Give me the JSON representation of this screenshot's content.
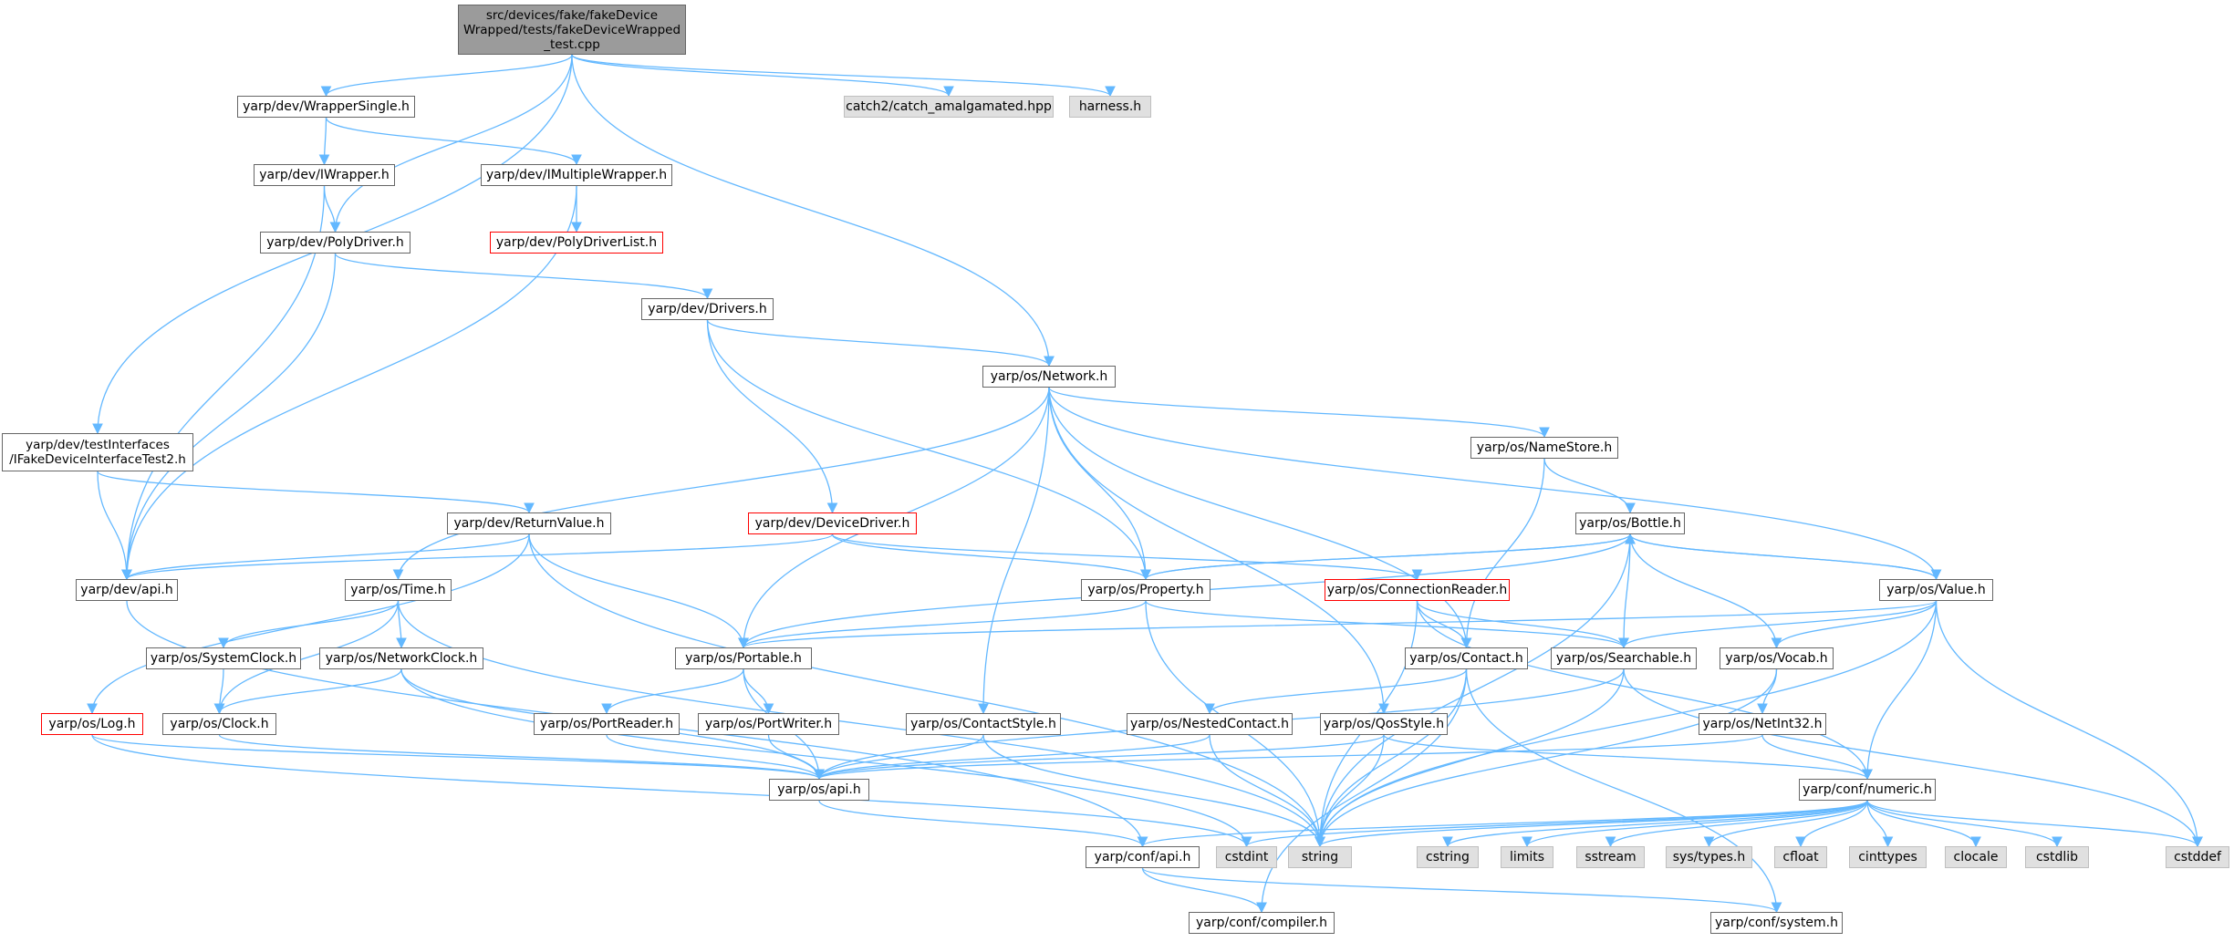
{
  "colors": {
    "edge": "#63b8ff",
    "root_fill": "#9b9b9b",
    "external_fill": "#e0e0e0",
    "highlight_border": "#ff0000"
  },
  "nodes": {
    "root": {
      "text": "src/devices/fake/fakeDevice\nWrapped/tests/fakeDeviceWrapped\n_test.cpp"
    },
    "wrappersingle": {
      "text": "yarp/dev/WrapperSingle.h"
    },
    "catch2": {
      "text": "catch2/catch_amalgamated.hpp"
    },
    "harness": {
      "text": "harness.h"
    },
    "iwrapper": {
      "text": "yarp/dev/IWrapper.h"
    },
    "imultiplewrapper": {
      "text": "yarp/dev/IMultipleWrapper.h"
    },
    "polydriver": {
      "text": "yarp/dev/PolyDriver.h"
    },
    "polydriverlist": {
      "text": "yarp/dev/PolyDriverList.h"
    },
    "drivers": {
      "text": "yarp/dev/Drivers.h"
    },
    "network": {
      "text": "yarp/os/Network.h"
    },
    "testinterfaces": {
      "text": "yarp/dev/testInterfaces\n/IFakeDeviceInterfaceTest2.h"
    },
    "namestore": {
      "text": "yarp/os/NameStore.h"
    },
    "returnvalue": {
      "text": "yarp/dev/ReturnValue.h"
    },
    "devicedriver": {
      "text": "yarp/dev/DeviceDriver.h"
    },
    "bottle": {
      "text": "yarp/os/Bottle.h"
    },
    "devapi": {
      "text": "yarp/dev/api.h"
    },
    "time": {
      "text": "yarp/os/Time.h"
    },
    "property": {
      "text": "yarp/os/Property.h"
    },
    "connectionreader": {
      "text": "yarp/os/ConnectionReader.h"
    },
    "value": {
      "text": "yarp/os/Value.h"
    },
    "systemclock": {
      "text": "yarp/os/SystemClock.h"
    },
    "networkclock": {
      "text": "yarp/os/NetworkClock.h"
    },
    "portable": {
      "text": "yarp/os/Portable.h"
    },
    "contact": {
      "text": "yarp/os/Contact.h"
    },
    "searchable": {
      "text": "yarp/os/Searchable.h"
    },
    "vocab": {
      "text": "yarp/os/Vocab.h"
    },
    "log": {
      "text": "yarp/os/Log.h"
    },
    "clock": {
      "text": "yarp/os/Clock.h"
    },
    "portreader": {
      "text": "yarp/os/PortReader.h"
    },
    "portwriter": {
      "text": "yarp/os/PortWriter.h"
    },
    "contactstyle": {
      "text": "yarp/os/ContactStyle.h"
    },
    "nestedcontact": {
      "text": "yarp/os/NestedContact.h"
    },
    "qosstyle": {
      "text": "yarp/os/QosStyle.h"
    },
    "netint32": {
      "text": "yarp/os/NetInt32.h"
    },
    "osapi": {
      "text": "yarp/os/api.h"
    },
    "numeric": {
      "text": "yarp/conf/numeric.h"
    },
    "confapi": {
      "text": "yarp/conf/api.h"
    },
    "cstdint": {
      "text": "cstdint"
    },
    "string": {
      "text": "string"
    },
    "cstring": {
      "text": "cstring"
    },
    "limits": {
      "text": "limits"
    },
    "sstream": {
      "text": "sstream"
    },
    "systypes": {
      "text": "sys/types.h"
    },
    "cfloat": {
      "text": "cfloat"
    },
    "cinttypes": {
      "text": "cinttypes"
    },
    "clocale": {
      "text": "clocale"
    },
    "cstdlib": {
      "text": "cstdlib"
    },
    "cstddef": {
      "text": "cstddef"
    },
    "compiler": {
      "text": "yarp/conf/compiler.h"
    },
    "system": {
      "text": "yarp/conf/system.h"
    }
  },
  "edges": [
    [
      "root",
      "wrappersingle"
    ],
    [
      "root",
      "catch2"
    ],
    [
      "root",
      "harness"
    ],
    [
      "root",
      "polydriver"
    ],
    [
      "root",
      "network"
    ],
    [
      "root",
      "testinterfaces"
    ],
    [
      "wrappersingle",
      "iwrapper"
    ],
    [
      "wrappersingle",
      "imultiplewrapper"
    ],
    [
      "iwrapper",
      "polydriver"
    ],
    [
      "iwrapper",
      "devapi"
    ],
    [
      "imultiplewrapper",
      "polydriverlist"
    ],
    [
      "imultiplewrapper",
      "devapi"
    ],
    [
      "polydriver",
      "drivers"
    ],
    [
      "polydriver",
      "devapi"
    ],
    [
      "drivers",
      "network"
    ],
    [
      "drivers",
      "devicedriver"
    ],
    [
      "drivers",
      "property"
    ],
    [
      "testinterfaces",
      "devapi"
    ],
    [
      "testinterfaces",
      "returnvalue"
    ],
    [
      "network",
      "namestore"
    ],
    [
      "network",
      "value"
    ],
    [
      "network",
      "time"
    ],
    [
      "network",
      "portable"
    ],
    [
      "network",
      "property"
    ],
    [
      "network",
      "contactstyle"
    ],
    [
      "network",
      "qosstyle"
    ],
    [
      "network",
      "contact"
    ],
    [
      "namestore",
      "bottle"
    ],
    [
      "namestore",
      "contact"
    ],
    [
      "returnvalue",
      "devapi"
    ],
    [
      "returnvalue",
      "portable"
    ],
    [
      "returnvalue",
      "log"
    ],
    [
      "returnvalue",
      "string"
    ],
    [
      "devicedriver",
      "devapi"
    ],
    [
      "devicedriver",
      "property"
    ],
    [
      "devicedriver",
      "connectionreader"
    ],
    [
      "bottle",
      "property"
    ],
    [
      "bottle",
      "value"
    ],
    [
      "bottle",
      "searchable"
    ],
    [
      "bottle",
      "vocab"
    ],
    [
      "bottle",
      "portable"
    ],
    [
      "bottle",
      "string"
    ],
    [
      "property",
      "bottle"
    ],
    [
      "property",
      "portable"
    ],
    [
      "property",
      "searchable"
    ],
    [
      "property",
      "string"
    ],
    [
      "value",
      "bottle"
    ],
    [
      "value",
      "portable"
    ],
    [
      "value",
      "searchable"
    ],
    [
      "value",
      "vocab"
    ],
    [
      "value",
      "numeric"
    ],
    [
      "value",
      "string"
    ],
    [
      "value",
      "cstddef"
    ],
    [
      "time",
      "systemclock"
    ],
    [
      "time",
      "networkclock"
    ],
    [
      "time",
      "clock"
    ],
    [
      "time",
      "string"
    ],
    [
      "systemclock",
      "clock"
    ],
    [
      "networkclock",
      "clock"
    ],
    [
      "networkclock",
      "osapi"
    ],
    [
      "networkclock",
      "cstdint"
    ],
    [
      "connectionreader",
      "contact"
    ],
    [
      "connectionreader",
      "searchable"
    ],
    [
      "connectionreader",
      "numeric"
    ],
    [
      "connectionreader",
      "string"
    ],
    [
      "portable",
      "portreader"
    ],
    [
      "portable",
      "portwriter"
    ],
    [
      "portable",
      "osapi"
    ],
    [
      "contact",
      "nestedcontact"
    ],
    [
      "contact",
      "string"
    ],
    [
      "contact",
      "compiler"
    ],
    [
      "contact",
      "system"
    ],
    [
      "searchable",
      "osapi"
    ],
    [
      "searchable",
      "string"
    ],
    [
      "searchable",
      "cstddef"
    ],
    [
      "vocab",
      "netint32"
    ],
    [
      "vocab",
      "string"
    ],
    [
      "netint32",
      "numeric"
    ],
    [
      "netint32",
      "osapi"
    ],
    [
      "log",
      "osapi"
    ],
    [
      "log",
      "cstdint"
    ],
    [
      "clock",
      "osapi"
    ],
    [
      "portreader",
      "osapi"
    ],
    [
      "portwriter",
      "osapi"
    ],
    [
      "contactstyle",
      "osapi"
    ],
    [
      "contactstyle",
      "string"
    ],
    [
      "nestedcontact",
      "osapi"
    ],
    [
      "nestedcontact",
      "string"
    ],
    [
      "qosstyle",
      "osapi"
    ],
    [
      "qosstyle",
      "numeric"
    ],
    [
      "qosstyle",
      "string"
    ],
    [
      "osapi",
      "confapi"
    ],
    [
      "devapi",
      "confapi"
    ],
    [
      "numeric",
      "cstdint"
    ],
    [
      "numeric",
      "string"
    ],
    [
      "numeric",
      "cstring"
    ],
    [
      "numeric",
      "limits"
    ],
    [
      "numeric",
      "sstream"
    ],
    [
      "numeric",
      "systypes"
    ],
    [
      "numeric",
      "cfloat"
    ],
    [
      "numeric",
      "cinttypes"
    ],
    [
      "numeric",
      "clocale"
    ],
    [
      "numeric",
      "cstdlib"
    ],
    [
      "numeric",
      "cstddef"
    ],
    [
      "numeric",
      "confapi"
    ],
    [
      "confapi",
      "compiler"
    ],
    [
      "confapi",
      "system"
    ]
  ]
}
